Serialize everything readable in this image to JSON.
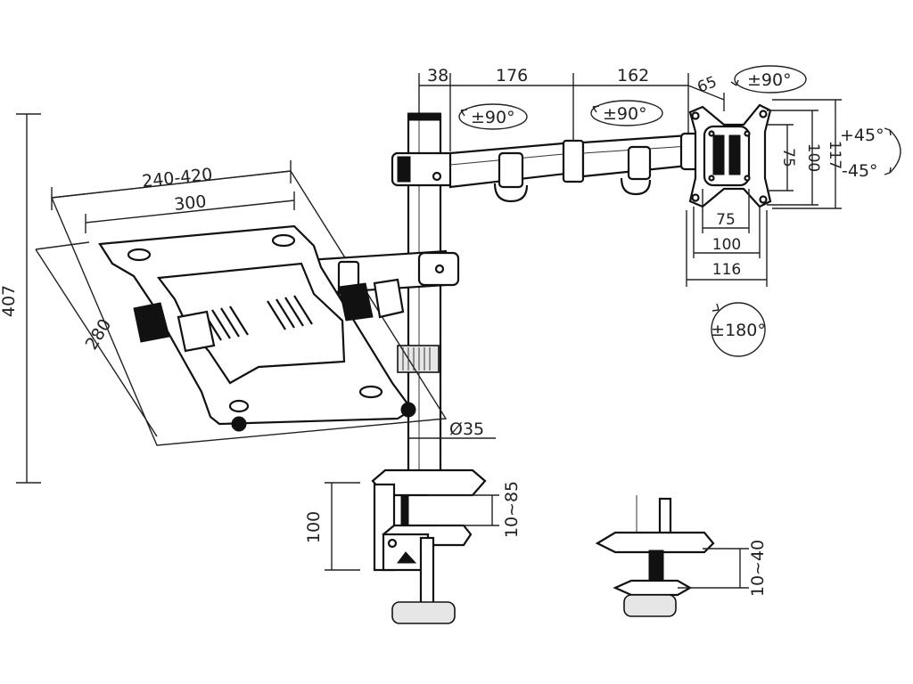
{
  "labels": {
    "top_38": "38",
    "top_176": "176",
    "top_162": "162",
    "top_65": "65",
    "rot_head": "±90°",
    "rot_arm1": "±90°",
    "rot_arm2": "±90°",
    "tilt_up": "+45°",
    "tilt_down": "-45°",
    "rot_180": "±180°",
    "vesa_v75": "75",
    "vesa_v100": "100",
    "vesa_v117": "117",
    "vesa_h75": "75",
    "vesa_h100": "100",
    "vesa_h116": "116",
    "tray_240_420": "240-420",
    "tray_300": "300",
    "tray_280": "280",
    "height_407": "407",
    "pole_d35": "Ø35",
    "clamp_100": "100",
    "clamp_10_85": "10~85",
    "grommet_10_40": "10~40"
  }
}
